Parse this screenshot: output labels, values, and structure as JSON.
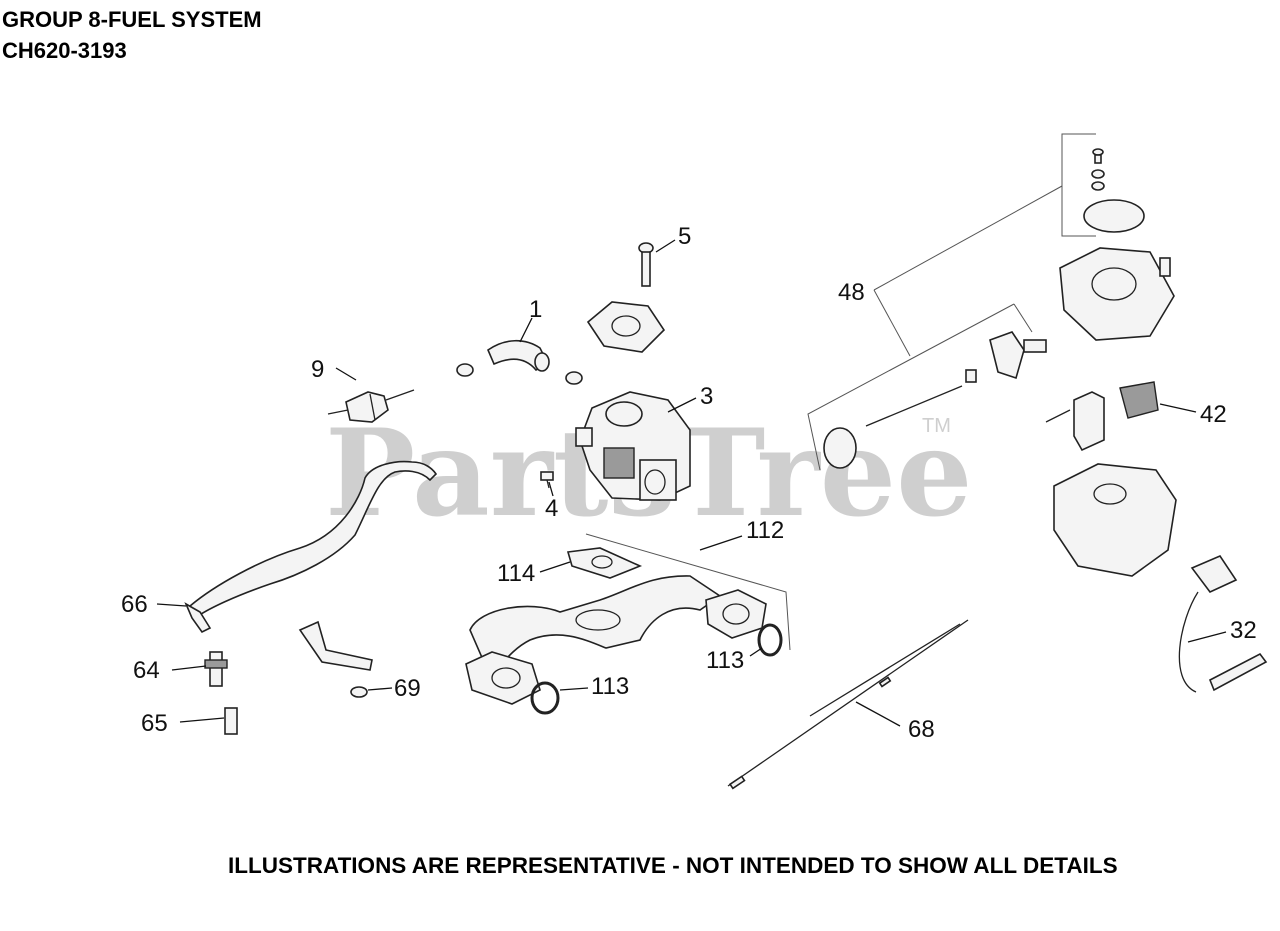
{
  "header": {
    "line1": "GROUP 8-FUEL SYSTEM",
    "line2": "CH620-3193"
  },
  "watermark": {
    "text": "PartsTree",
    "tm": "TM"
  },
  "callouts": {
    "c1": "1",
    "c3": "3",
    "c4": "4",
    "c5": "5",
    "c9": "9",
    "c32": "32",
    "c42": "42",
    "c48": "48",
    "c64": "64",
    "c65": "65",
    "c66": "66",
    "c68": "68",
    "c69": "69",
    "c112": "112",
    "c113a": "113",
    "c113b": "113",
    "c114": "114"
  },
  "footer": {
    "note": "ILLUSTRATIONS ARE REPRESENTATIVE - NOT INTENDED TO SHOW ALL DETAILS"
  }
}
